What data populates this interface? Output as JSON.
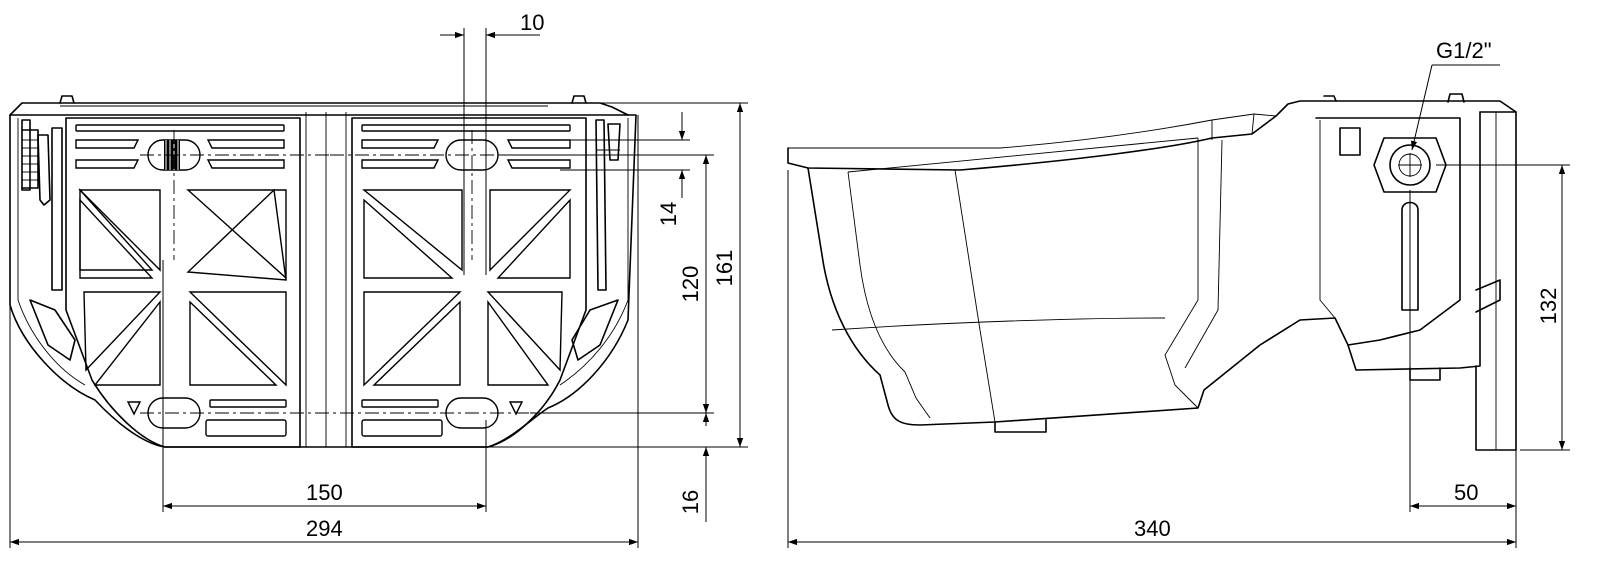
{
  "drawing": {
    "front_view": {
      "dimensions": {
        "hole_spacing": "150",
        "overall_width": "294",
        "slot_width": "10",
        "slot_height": "14",
        "mount_height": "120",
        "overall_height": "161",
        "bottom_offset": "16"
      }
    },
    "side_view": {
      "dimensions": {
        "overall_length": "340",
        "height": "132",
        "inlet_offset": "50"
      },
      "callouts": {
        "thread": "G1/2\""
      }
    }
  }
}
